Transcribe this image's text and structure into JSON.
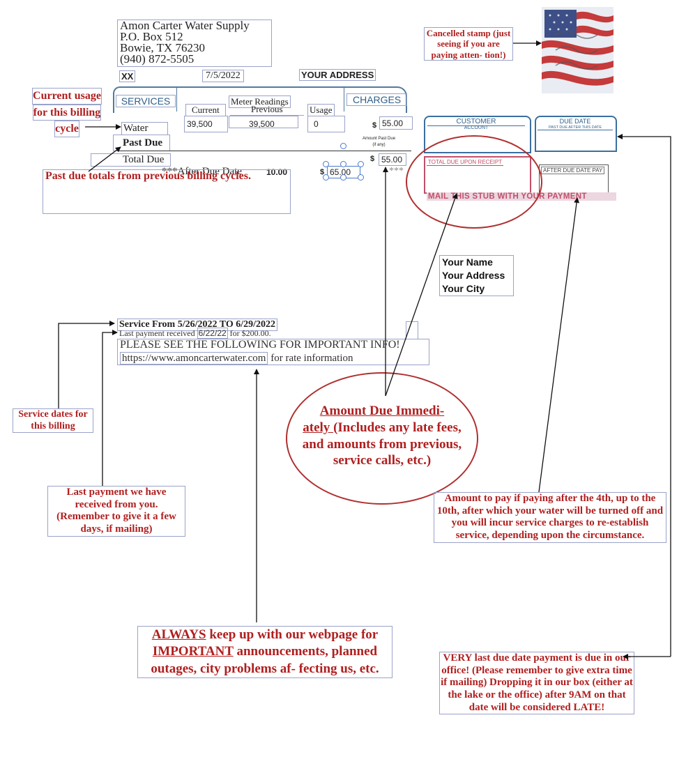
{
  "company": {
    "name": "Amon Carter Water Supply",
    "po_box": "P.O. Box 512",
    "city_state_zip": "Bowie, TX  76230",
    "phone": "(940) 872-5505"
  },
  "header_row": {
    "code": "XX",
    "date": "7/5/2022",
    "your_address": "YOUR ADDRESS"
  },
  "bill_table": {
    "services_header": "SERVICES",
    "meter_readings_header": "Meter Readings",
    "current_header": "Current",
    "previous_header": "Previous",
    "usage_header": "Usage",
    "charges_header": "CHARGES",
    "water_label": "Water",
    "past_due_label": "Past Due",
    "total_due_label": "Total Due",
    "after_due_label": "***After Due Date",
    "water_current": "39,500",
    "water_previous": "39,500",
    "water_usage": "0",
    "water_charge": "55.00",
    "amount_past_due_label_1": "Amount Past Due",
    "amount_past_due_label_2": "(if any)",
    "total_due_amount": "55.00",
    "after_due_fee": "10.00",
    "after_due_amount": "65.00",
    "dollar": "$",
    "stars": "***"
  },
  "stub": {
    "customer_label": "CUSTOMER",
    "account_label": "ACCOUNT",
    "due_date_label": "DUE DATE",
    "past_due_after_label": "PAST DUE AFTER THIS DATE",
    "total_due_upon_receipt": "TOTAL DUE UPON RECEIPT",
    "after_due_date_pay": "AFTER DUE DATE PAY",
    "mail_this_stub": "MAIL THIS STUB WITH YOUR PAYMENT",
    "your_name": "Your Name",
    "your_address": "Your Address",
    "your_city": "Your City"
  },
  "service_info": {
    "service_from": "Service From 5/26/2022 TO 6/29/2022",
    "last_payment_prefix": "Last payment received",
    "last_payment_date": "6/22/22",
    "last_payment_suffix": "for $200.00.",
    "important_info": "PLEASE SEE THE FOLLOWING FOR IMPORTANT INFO!",
    "website": "https://www.amoncarterwater.com",
    "rate_info": "for rate information"
  },
  "annotations": {
    "cancelled_stamp": "Cancelled stamp (just seeing if you are paying atten- tion!)",
    "current_usage_1": "Current usage",
    "current_usage_2": "for this billing",
    "current_usage_3": "cycle",
    "past_due_totals": "Past due totals from previous billing cycles.",
    "service_dates": "Service dates for this billing",
    "last_payment": "Last payment we have received from you. (Remember to give it a few days, if mailing)",
    "amount_due_title_1": "Amount Due Immedi-",
    "amount_due_title_2": "ately ",
    "amount_due_rest": "(Includes any late fees, and amounts from previous, service calls, etc.)",
    "amount_after_4th": "Amount to pay if paying after the 4th, up to the 10th, after which your water will be turned off and you will incur service charges to re-establish service, depending upon the circumstance.",
    "always_word": "ALWAYS",
    "always_rest": " keep up with our webpage for ",
    "important_word": "IMPORTANT",
    "always_end": " announcements, planned outages, city problems af- fecting us, etc.",
    "very_last_due": "VERY last due date payment is due in our office! (Please remember to give extra time if mailing) Dropping it in our box (either at the lake or the office) after 9AM on that date will be considered LATE!"
  },
  "colors": {
    "annotation_red": "#b01f1f",
    "bill_blue": "#2e5f8a",
    "stub_pink": "#c0506a",
    "ellipse_red": "#b03030"
  },
  "icons": {
    "stamp": "flag-stamp-icon"
  }
}
